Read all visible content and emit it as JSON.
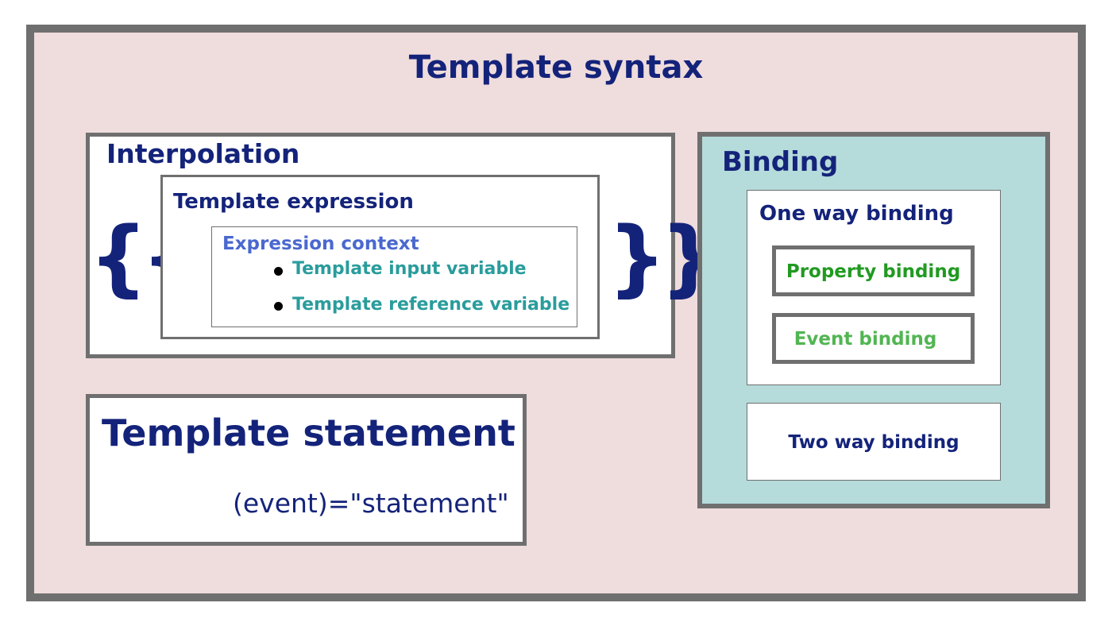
{
  "diagram": {
    "title": "Template syntax",
    "interpolation": {
      "title": "Interpolation",
      "open_brace": "{{",
      "close_brace": "}}",
      "template_expression": {
        "title": "Template expression",
        "expression_context": {
          "title": "Expression context",
          "items": [
            "Template input variable",
            "Template reference variable"
          ]
        }
      }
    },
    "template_statement": {
      "title": "Template statement",
      "code": "(event)=\"statement\""
    },
    "binding": {
      "title": "Binding",
      "one_way": {
        "title": "One way binding",
        "items": [
          "Property binding",
          "Event binding"
        ]
      },
      "two_way": "Two way binding"
    }
  },
  "colors": {
    "outer_background": "#efdcdc",
    "border": "#6f6f6f",
    "title_navy": "#14237a",
    "expression_context_blue": "#4a68d0",
    "variable_teal": "#2a9c9c",
    "binding_background": "#b6dbdb",
    "property_green": "#219a21",
    "event_green": "#52b552"
  }
}
